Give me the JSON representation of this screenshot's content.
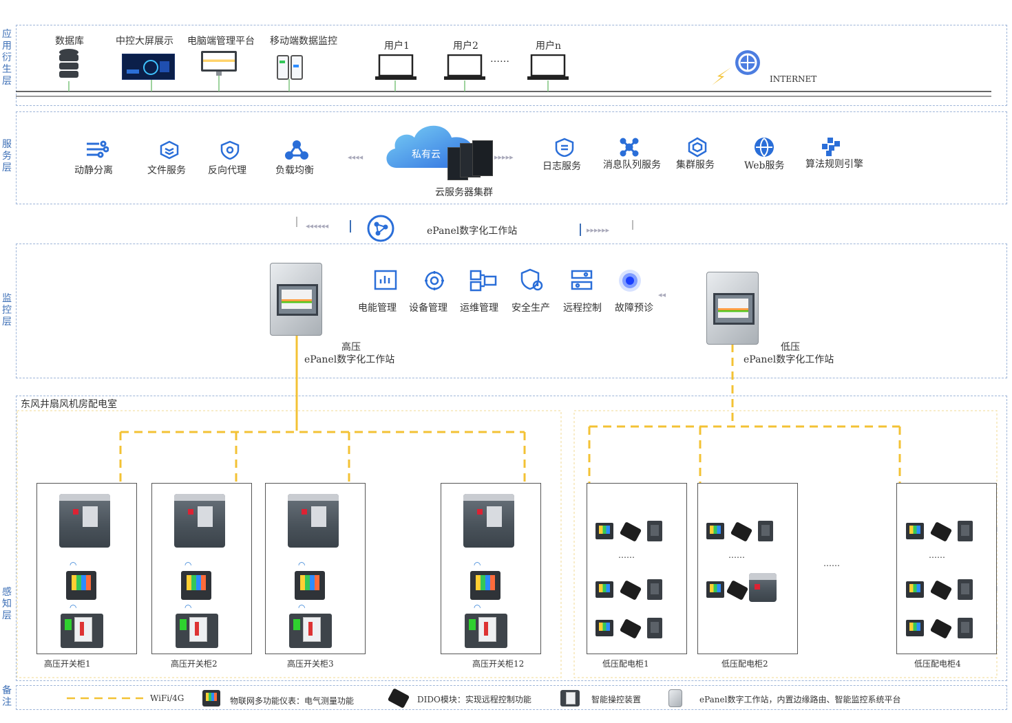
{
  "layers": {
    "app": "应用衍生层",
    "service": "服务层",
    "monitor": "监控层",
    "sense": "感知层",
    "note": "备注"
  },
  "app_layer": {
    "items": [
      "数据库",
      "中控大屏展示",
      "电脑端管理平台",
      "移动端数据监控"
    ],
    "users": [
      "用户1",
      "用户2",
      "用户n"
    ],
    "user_ellipsis": "……",
    "internet": "INTERNET"
  },
  "service_layer": {
    "left": [
      "动静分离",
      "文件服务",
      "反向代理",
      "负载均衡"
    ],
    "cloud_label": "私有云",
    "cloud_caption": "云服务器集群",
    "right": [
      "日志服务",
      "消息队列服务",
      "集群服务",
      "Web服务",
      "算法规则引擎"
    ]
  },
  "link": {
    "station_name": "ePanel数字化工作站"
  },
  "monitor_layer": {
    "functions": [
      "电能管理",
      "设备管理",
      "运维管理",
      "安全生产",
      "远程控制",
      "故障预诊"
    ],
    "hv_station": {
      "line1": "高压",
      "line2": "ePanel数字化工作站"
    },
    "lv_station": {
      "line1": "低压",
      "line2": "ePanel数字化工作站"
    }
  },
  "sense_layer": {
    "room_title": "东风井扇风机房配电室",
    "hv_cabinets": [
      "高压开关柜1",
      "高压开关柜2",
      "高压开关柜3",
      "高压开关柜12"
    ],
    "lv_cabinets": [
      "低压配电柜1",
      "低压配电柜2",
      "低压配电柜4"
    ],
    "ellipsis": "……",
    "row_ellipsis": "……"
  },
  "legend": {
    "wifi": "WiFi/4G",
    "meter": "物联网多功能仪表：电气测量功能",
    "dido": "DIDO模块：实现远程控制功能",
    "ctrl": "智能操控装置",
    "station": "ePanel数字工作站，内置边缘路由、智能监控系统平台"
  },
  "colors": {
    "accent": "#3d6fb6",
    "wire": "#f3c234",
    "border": "#9db4d8"
  }
}
